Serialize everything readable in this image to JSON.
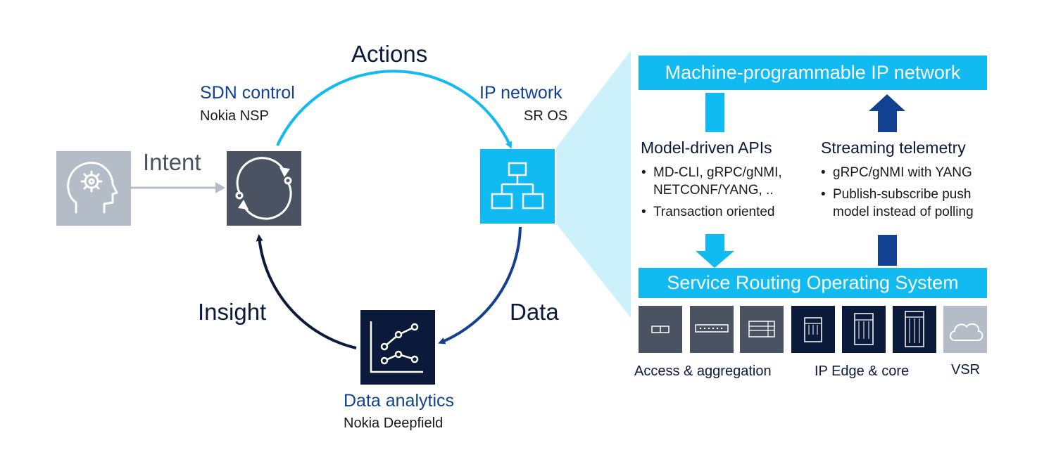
{
  "loop": {
    "actions_label": "Actions",
    "intent_label": "Intent",
    "insight_label": "Insight",
    "data_label": "Data",
    "sdn": {
      "title": "SDN control",
      "subtitle": "Nokia NSP"
    },
    "ip_network": {
      "title": "IP network",
      "subtitle": "SR OS"
    },
    "analytics": {
      "title": "Data analytics",
      "subtitle": "Nokia Deepfield"
    }
  },
  "panel": {
    "top_bar": "Machine-programmable IP network",
    "bottom_bar": "Service Routing Operating System",
    "apis": {
      "heading": "Model-driven APIs",
      "bullets": [
        "MD-CLI, gRPC/gNMI, NETCONF/YANG, ..",
        "Transaction oriented"
      ]
    },
    "telemetry": {
      "heading": "Streaming telemetry",
      "bullets": [
        "gRPC/gNMI with YANG",
        "Publish-subscribe push model instead of polling"
      ]
    },
    "groups": {
      "access": "Access & aggregation",
      "edge": "IP Edge & core",
      "vsr": "VSR"
    }
  },
  "colors": {
    "cyan": "#11bbf1",
    "light_cyan": "#cdf1fb",
    "navy": "#0b1a3b",
    "slate": "#4b5363",
    "gray": "#b3bcc7",
    "blue_dark": "#124191",
    "blue_text": "#124191"
  },
  "icons": {
    "intent": "head-with-gear-icon",
    "sdn": "circular-arrows-icon",
    "ip_network": "network-hierarchy-icon",
    "analytics": "line-chart-icon",
    "vsr": "cloud-icon"
  }
}
